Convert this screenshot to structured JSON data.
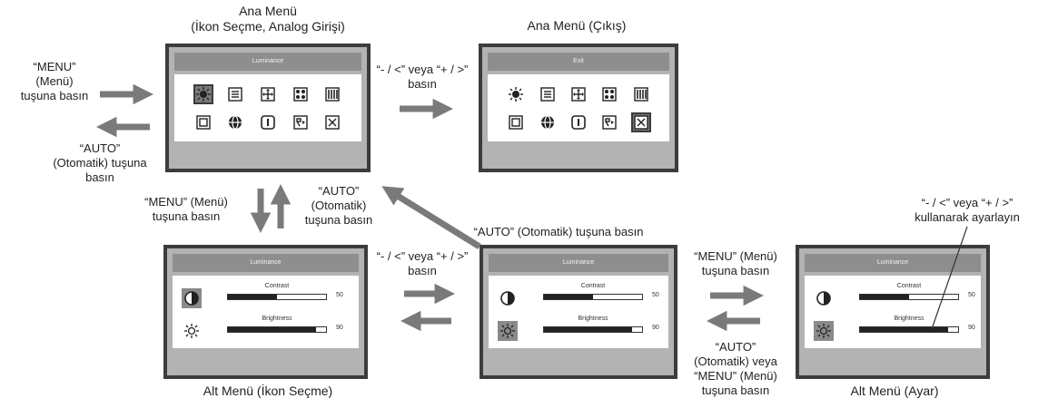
{
  "captions": {
    "main_menu_select": "Ana Menü\n(İkon Seçme, Analog Girişi)",
    "main_menu_exit": "Ana Menü (Çıkış)",
    "submenu_icon_select": "Alt Menü (İkon Seçme)",
    "submenu_adjust": "Alt Menü (Ayar)"
  },
  "labels": {
    "press_menu_left": "“MENU”\n(Menü)\ntuşuna basın",
    "press_auto_left": "“AUTO”\n(Otomatik) tuşuna\nbasın",
    "nav_top": "“- / <” veya “+ / >”\nbasın",
    "press_menu_down": "“MENU” (Menü)\ntuşuna basın",
    "press_auto_up": "“AUTO”\n(Otomatik)\ntuşuna basın",
    "press_auto_diag": "“AUTO” (Otomatik) tuşuna basın",
    "nav_bottom": "“- / <” veya “+ / >”\nbasın",
    "press_menu_right": "“MENU” (Menü)\ntuşuna basın",
    "press_auto_or_menu": "“AUTO”\n(Otomatik) veya\n“MENU” (Menü)\ntuşuna basın",
    "adjust_hint": "“- / <” veya “+ / >”\nkullanarak ayarlayın"
  },
  "screens": {
    "main_select": {
      "title": "Luminance",
      "selected_icon": 0
    },
    "main_exit": {
      "title": "Exit",
      "selected_icon": 9
    },
    "sub_select": {
      "title": "Luminance",
      "selected_item": 0
    },
    "sub_middle": {
      "title": "Luminance",
      "selected_item": 1
    },
    "sub_adjust": {
      "title": "Luminance",
      "selected_item": 1
    }
  },
  "sliders": [
    {
      "name": "Contrast",
      "value": 50,
      "icon": "contrast-icon"
    },
    {
      "name": "Brightness",
      "value": 90,
      "icon": "brightness-icon"
    }
  ],
  "menu_icons": [
    "luminance-icon",
    "image-setup-icon",
    "position-icon",
    "color-icon",
    "display-icon",
    "osd-setup-icon",
    "language-icon",
    "information-icon",
    "reset-icon",
    "exit-icon"
  ]
}
